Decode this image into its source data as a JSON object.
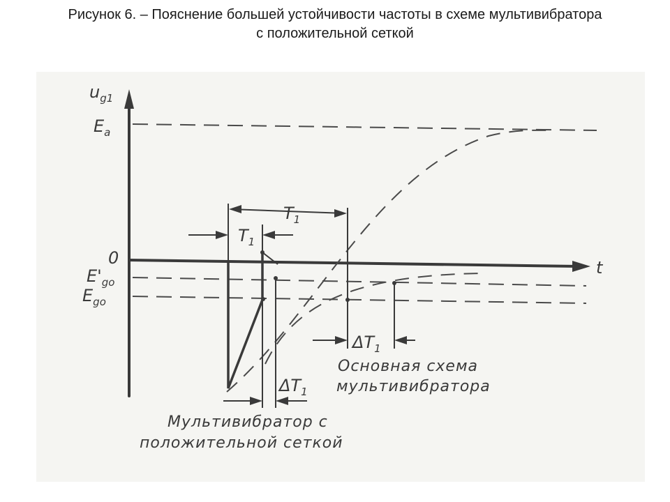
{
  "caption": {
    "line1": "Рисунок 6.   – Пояснение большей устойчивости частоты в схеме мультивибратора",
    "line2": "с положительной сеткой"
  },
  "diagram": {
    "y_axis_label": "u",
    "y_axis_sub": "g1",
    "x_axis_label": "t",
    "ea_label": "E",
    "ea_sub": "a",
    "zero_label": "0",
    "eg0_prime_label": "E'",
    "eg0_prime_sub": "go",
    "eg0_label": "E",
    "eg0_sub": "go",
    "t1_inner_label": "T",
    "t1_inner_sub": "1",
    "t1_outer_label": "T",
    "t1_outer_sub": "1",
    "dt1_right_label": "ΔT",
    "dt1_right_sub": "1",
    "dt1_bottom_label": "ΔT",
    "dt1_bottom_sub": "1",
    "basic_scheme_line1": "Основная схема",
    "basic_scheme_line2": "мультивибратора",
    "positive_grid_line1": "Мультивибратор с",
    "positive_grid_line2": "положительной сеткой"
  }
}
